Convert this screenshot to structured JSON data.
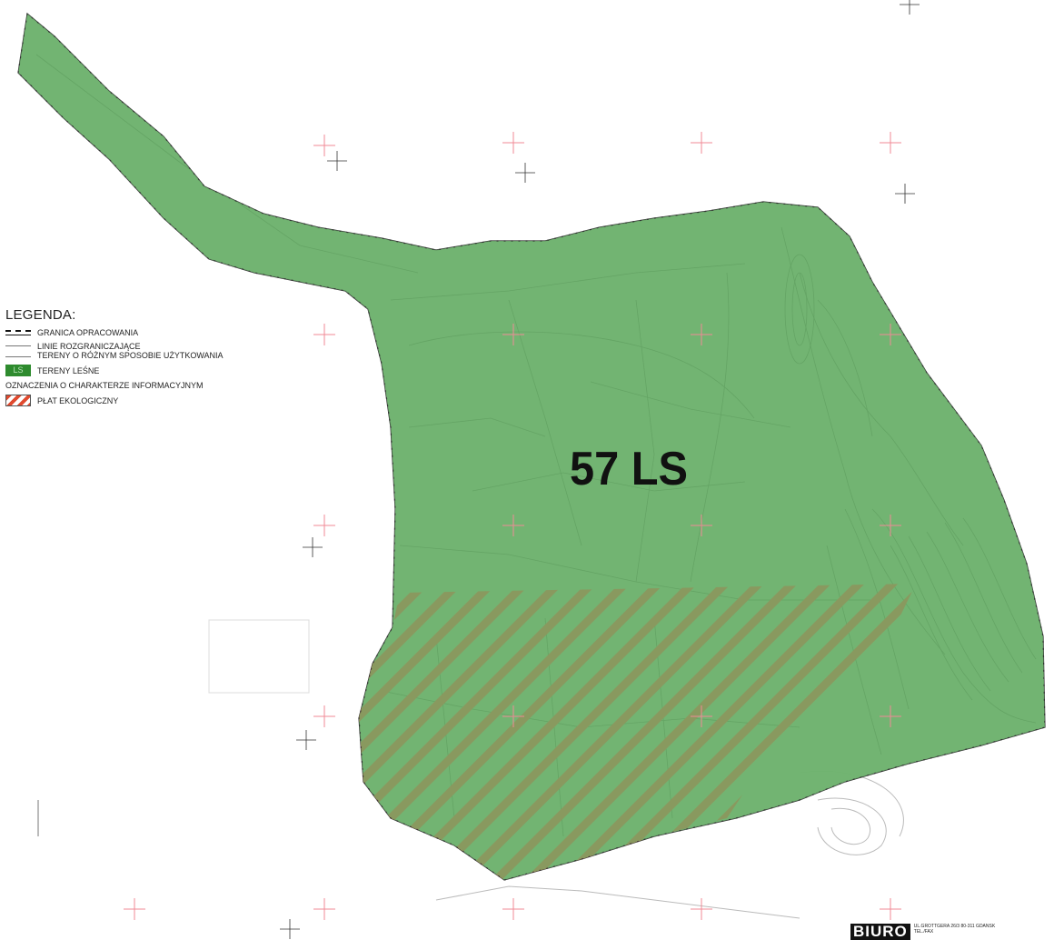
{
  "map": {
    "zone_label": "57 LS",
    "colors": {
      "forest_fill": "#6fb36f",
      "forest_fill_opacity": "0.9",
      "hatch": "#e0452d",
      "boundary": "#222222",
      "grid_cross": "#f08a96"
    }
  },
  "legend": {
    "title": "LEGENDA:",
    "items": [
      {
        "symbol": "dashed-line",
        "label": "GRANICA OPRACOWANIA"
      },
      {
        "symbol": "double-line",
        "label_line1": "LINIE ROZGRANICZAJĄCE",
        "label_line2": "TERENY O RÓŻNYM SPOSOBIE UŻYTKOWANIA"
      },
      {
        "symbol": "forest",
        "swatch_text": "LS",
        "label": "TERENY LEŚNE"
      }
    ],
    "info_heading": "OZNACZENIA O CHARAKTERZE INFORMACYJNYM",
    "info_items": [
      {
        "symbol": "red-hatch",
        "label": "PŁAT EKOLOGICZNY"
      }
    ]
  },
  "title_block": {
    "logo_text": "BIURO",
    "address_line1": "UL.GROTTGERA 26/3  80-311  GDAŃSK",
    "address_line2": "TEL./FAX"
  }
}
